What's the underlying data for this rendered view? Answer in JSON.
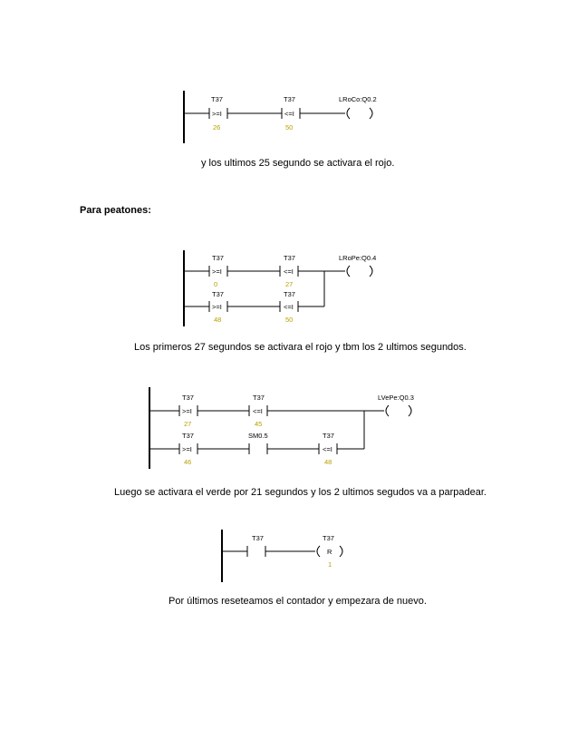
{
  "texts": {
    "p1": "y los ultimos 25 segundo se activara el rojo.",
    "heading": "Para peatones:",
    "p2": "Los primeros 27 segundos se activara el rojo y tbm los 2 ultimos segundos.",
    "p3": "Luego se activara el verde por 21 segundos y los 2 ultimos segudos va a parpadear.",
    "p4": "Por últimos reseteamos el contador y empezara de nuevo."
  },
  "diagram1": {
    "c1_name": "T37",
    "c1_op": ">=I",
    "c1_val": "26",
    "c2_name": "T37",
    "c2_op": "<=I",
    "c2_val": "50",
    "coil": "LRoCo:Q0.2"
  },
  "diagram2": {
    "c1_name": "T37",
    "c1_op": ">=I",
    "c1_val": "0",
    "c2_name": "T37",
    "c2_op": "<=I",
    "c2_val": "27",
    "c3_name": "T37",
    "c3_op": ">=I",
    "c3_val": "48",
    "c4_name": "T37",
    "c4_op": "<=I",
    "c4_val": "50",
    "coil": "LRoPe:Q0.4"
  },
  "diagram3": {
    "c1_name": "T37",
    "c1_op": ">=I",
    "c1_val": "27",
    "c2_name": "T37",
    "c2_op": "<=I",
    "c2_val": "45",
    "c3_name": "T37",
    "c3_op": ">=I",
    "c3_val": "46",
    "c4_name": "SM0.5",
    "c5_name": "T37",
    "c5_op": "<=I",
    "c5_val": "48",
    "coil": "LVePe:Q0.3"
  },
  "diagram4": {
    "c1_name": "T37",
    "coil_name": "T37",
    "coil_op": "R",
    "coil_val": "1"
  }
}
